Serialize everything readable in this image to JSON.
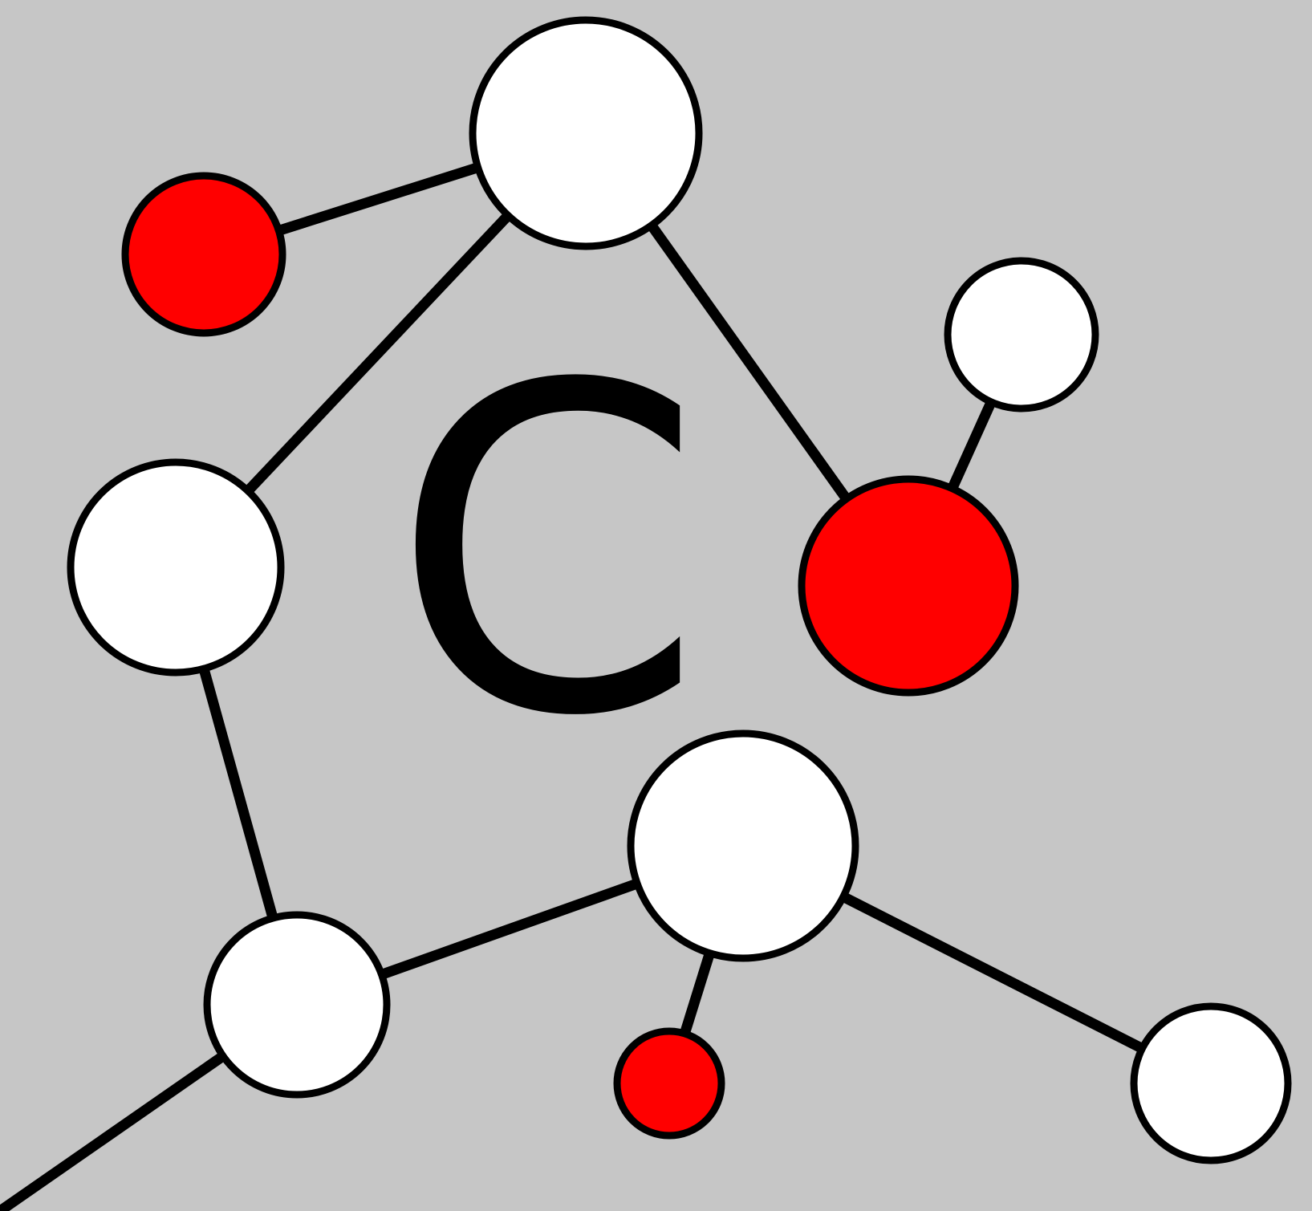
{
  "colors": {
    "background": "#c6c6c6",
    "hydrogen_fill": "#ffffff",
    "oxygen_fill": "#ff0000",
    "bond": "#000000",
    "outline": "#000000",
    "letter": "#000000"
  },
  "center_label": "C",
  "atoms": [
    {
      "id": "top",
      "element": "hydrogen"
    },
    {
      "id": "left-red",
      "element": "oxygen"
    },
    {
      "id": "left-white",
      "element": "hydrogen"
    },
    {
      "id": "bottom-left",
      "element": "hydrogen"
    },
    {
      "id": "bottom-middle",
      "element": "hydrogen"
    },
    {
      "id": "small-red",
      "element": "oxygen"
    },
    {
      "id": "right-red",
      "element": "oxygen"
    },
    {
      "id": "right-top",
      "element": "hydrogen"
    },
    {
      "id": "bottom-right",
      "element": "hydrogen"
    }
  ],
  "bonds": [
    [
      "top",
      "left-red"
    ],
    [
      "top",
      "left-white"
    ],
    [
      "top",
      "right-red"
    ],
    [
      "right-red",
      "right-top"
    ],
    [
      "left-white",
      "bottom-left"
    ],
    [
      "bottom-left",
      "bottom-middle"
    ],
    [
      "bottom-middle",
      "small-red"
    ],
    [
      "bottom-middle",
      "bottom-right"
    ],
    [
      "bottom-left",
      "edge"
    ]
  ]
}
